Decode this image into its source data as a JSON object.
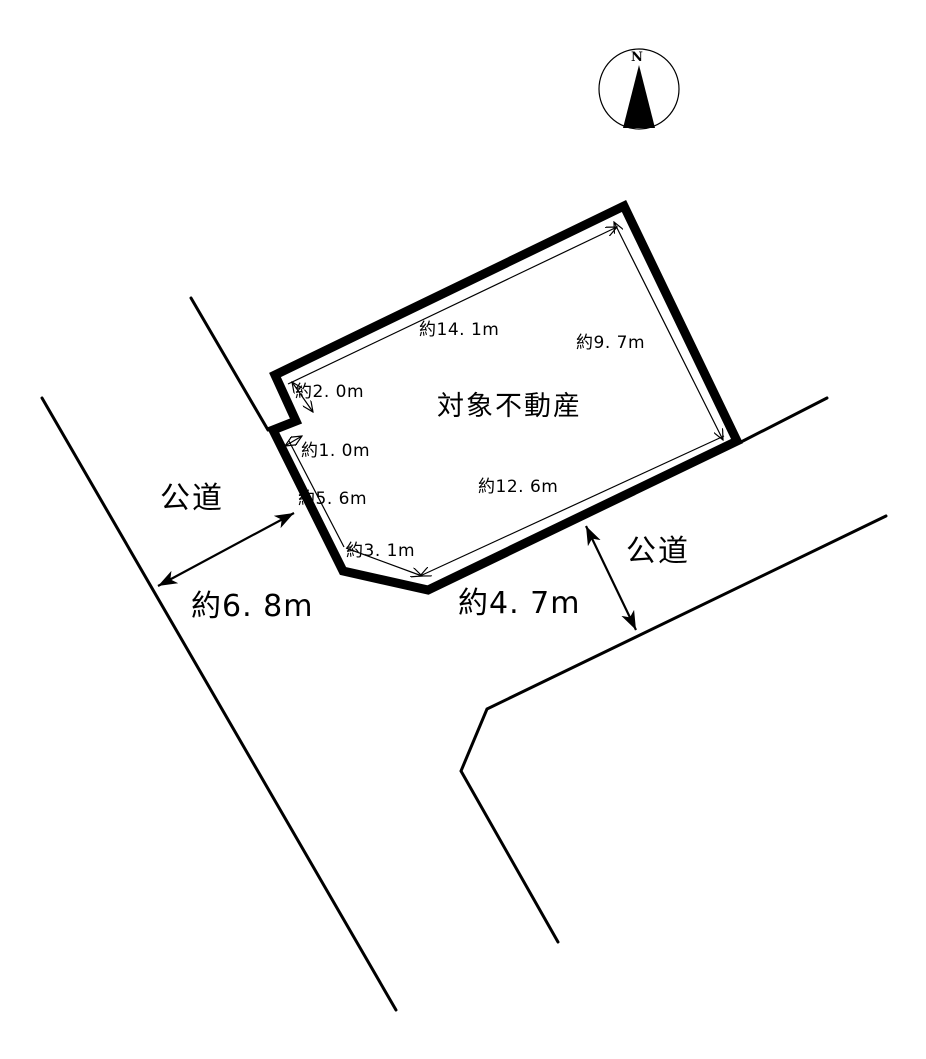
{
  "diagram": {
    "type": "land-survey-plot-map",
    "property_label": "対象不動産",
    "compass": {
      "icon": "north-arrow-icon",
      "label": "N"
    },
    "roads": [
      {
        "id": "west-road",
        "label": "公道",
        "width_label": "約6. 8m"
      },
      {
        "id": "south-road",
        "label": "公道",
        "width_label": "約4. 7m"
      }
    ],
    "lot_dimensions": [
      {
        "edge": "north",
        "label": "約14. 1m"
      },
      {
        "edge": "east",
        "label": "約9. 7m"
      },
      {
        "edge": "south",
        "label": "約12. 6m"
      },
      {
        "edge": "west-upper-notch",
        "label": "約2. 0m"
      },
      {
        "edge": "west-notch-step",
        "label": "約1. 0m"
      },
      {
        "edge": "west-lower",
        "label": "約5. 6m"
      },
      {
        "edge": "southwest-corner",
        "label": "約3. 1m"
      }
    ],
    "colors": {
      "line": "#000000",
      "background": "#ffffff"
    }
  }
}
